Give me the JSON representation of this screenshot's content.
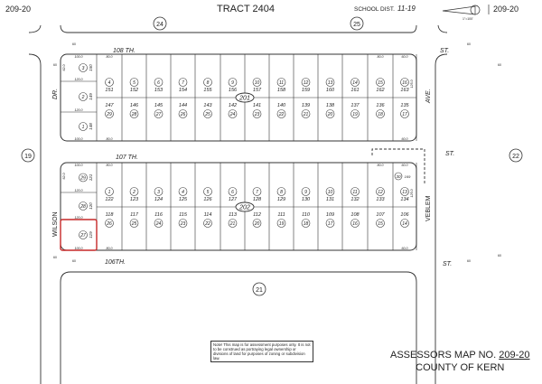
{
  "header": {
    "map_no_left": "209-20",
    "map_no_right": "209-20",
    "tract": "TRACT  2404",
    "school_dist_label": "SCHOOL DIST.",
    "school_dist": "11-19",
    "scale": "1\"=100'"
  },
  "adjacent_blocks": {
    "top_left": "24",
    "top_right": "25",
    "left": "19",
    "right": "22",
    "bottom": "21"
  },
  "streets": {
    "s108": "108 TH.",
    "s108_suffix": "ST.",
    "s107": "107 TH.",
    "s107_suffix": "ST.",
    "s106": "106TH.",
    "s106_suffix": "ST.",
    "dr": "DR.",
    "wilson": "WILSON",
    "ave": "AVE.",
    "veblem": "VEBLEM",
    "width": "60"
  },
  "blocks": [
    {
      "book": "201",
      "top_row": [
        {
          "lot": "4",
          "apn": "151"
        },
        {
          "lot": "5",
          "apn": "152"
        },
        {
          "lot": "6",
          "apn": "153"
        },
        {
          "lot": "7",
          "apn": "154"
        },
        {
          "lot": "8",
          "apn": "155"
        },
        {
          "lot": "9",
          "apn": "156"
        },
        {
          "lot": "10",
          "apn": "157"
        },
        {
          "lot": "11",
          "apn": "158"
        },
        {
          "lot": "12",
          "apn": "159"
        },
        {
          "lot": "13",
          "apn": "160"
        },
        {
          "lot": "14",
          "apn": "161"
        },
        {
          "lot": "15",
          "apn": "162"
        },
        {
          "lot": "16",
          "apn": "163"
        }
      ],
      "bottom_row": [
        {
          "lot": "29",
          "apn": "147"
        },
        {
          "lot": "28",
          "apn": "146"
        },
        {
          "lot": "27",
          "apn": "145"
        },
        {
          "lot": "26",
          "apn": "144"
        },
        {
          "lot": "25",
          "apn": "143"
        },
        {
          "lot": "24",
          "apn": "142"
        },
        {
          "lot": "23",
          "apn": "141"
        },
        {
          "lot": "22",
          "apn": "140"
        },
        {
          "lot": "21",
          "apn": "139"
        },
        {
          "lot": "20",
          "apn": "138"
        },
        {
          "lot": "19",
          "apn": "137"
        },
        {
          "lot": "18",
          "apn": "136"
        },
        {
          "lot": "17",
          "apn": "135"
        }
      ],
      "left_column": [
        {
          "lot": "3",
          "apn": "150"
        },
        {
          "lot": "2",
          "apn": "149"
        },
        {
          "lot": "1",
          "apn": "148"
        }
      ],
      "dims": {
        "top_left": "100.0",
        "mid1": "120.0",
        "mid2": "120.0",
        "bottom_left": "100.0",
        "col": "80.0",
        "right": "60.0",
        "depth": "125.0",
        "side": "62.0"
      }
    },
    {
      "book": "202",
      "top_row": [
        {
          "lot": "1",
          "apn": "122"
        },
        {
          "lot": "2",
          "apn": "123"
        },
        {
          "lot": "3",
          "apn": "124"
        },
        {
          "lot": "4",
          "apn": "125"
        },
        {
          "lot": "5",
          "apn": "126"
        },
        {
          "lot": "6",
          "apn": "127"
        },
        {
          "lot": "7",
          "apn": "128"
        },
        {
          "lot": "8",
          "apn": "129"
        },
        {
          "lot": "9",
          "apn": "130"
        },
        {
          "lot": "10",
          "apn": "131"
        },
        {
          "lot": "11",
          "apn": "132"
        },
        {
          "lot": "12",
          "apn": "133"
        },
        {
          "lot": "13",
          "apn": "134"
        }
      ],
      "bottom_row": [
        {
          "lot": "26",
          "apn": "118"
        },
        {
          "lot": "25",
          "apn": "117"
        },
        {
          "lot": "24",
          "apn": "116"
        },
        {
          "lot": "23",
          "apn": "115"
        },
        {
          "lot": "22",
          "apn": "114"
        },
        {
          "lot": "21",
          "apn": "113"
        },
        {
          "lot": "20",
          "apn": "112"
        },
        {
          "lot": "19",
          "apn": "111"
        },
        {
          "lot": "18",
          "apn": "110"
        },
        {
          "lot": "17",
          "apn": "109"
        },
        {
          "lot": "16",
          "apn": "108"
        },
        {
          "lot": "15",
          "apn": "107"
        },
        {
          "lot": "14",
          "apn": "106"
        }
      ],
      "left_column": [
        {
          "lot": "29",
          "apn": "121"
        },
        {
          "lot": "28",
          "apn": "120"
        },
        {
          "lot": "27",
          "apn": "119"
        }
      ],
      "extra": {
        "lot": "30",
        "apn": "169"
      },
      "highlighted_lot": "27",
      "dims": {
        "top_left": "100.0",
        "mid1": "120.0",
        "mid2": "120.0",
        "bottom_left": "100.0",
        "col": "80.0",
        "right": "60.0",
        "depth": "125.0",
        "side": "62.0"
      }
    }
  ],
  "colors": {
    "line": "#333333",
    "highlight": "#c62828"
  },
  "note": "Note! This map is for assessment purposes only. It is not to be construed as portraying legal ownership or divisions of land for purposes of zoning or subdivision law.",
  "footer": {
    "label": "ASSESSORS MAP NO.",
    "map_no": "209-20",
    "county": "COUNTY OF KERN"
  }
}
